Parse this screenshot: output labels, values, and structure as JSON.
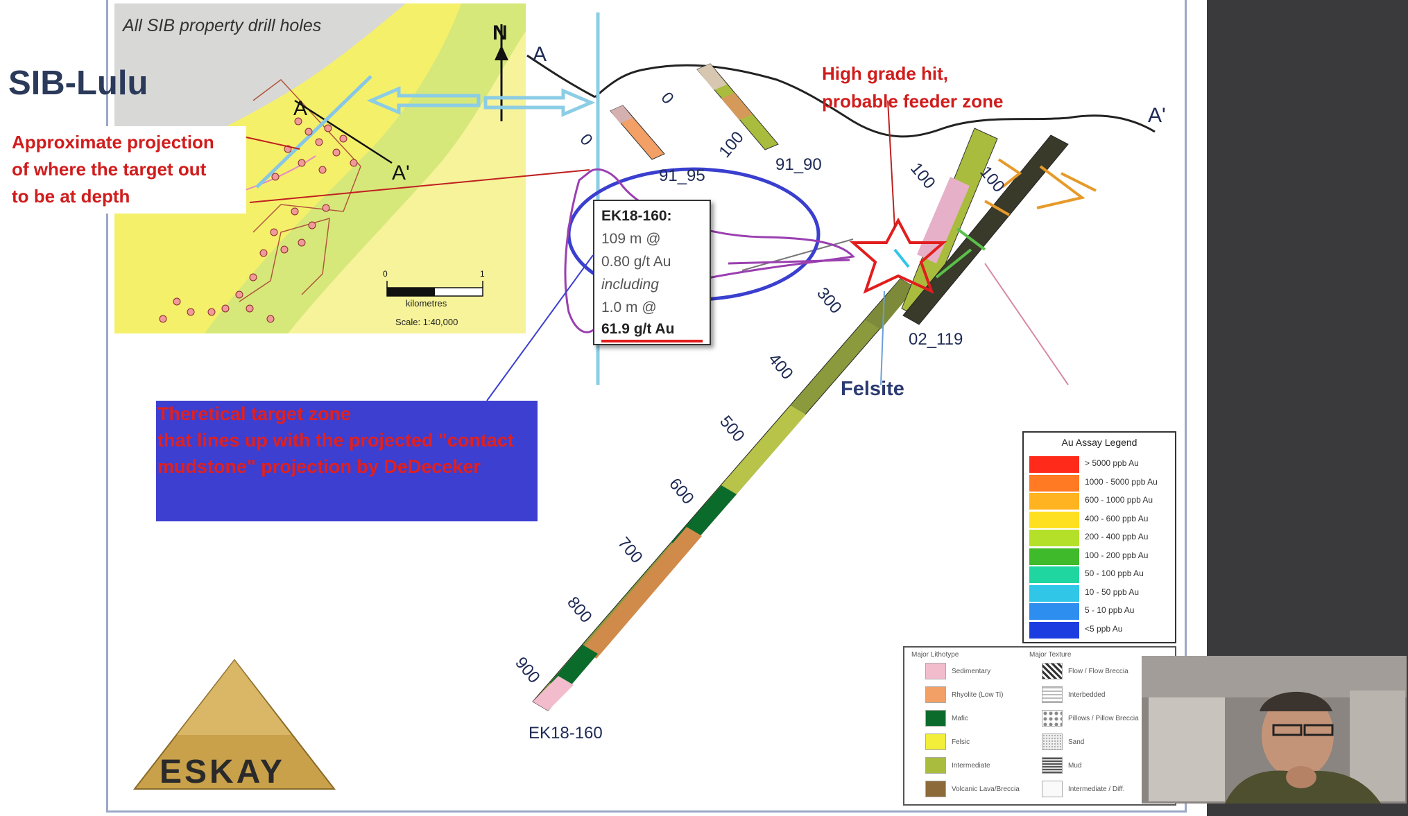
{
  "slide": {
    "title": "SIB-Lulu",
    "logo_text": "ESKAY"
  },
  "inset_map": {
    "caption": "All SIB property drill holes",
    "north": "N",
    "section_start": "A",
    "section_end": "A'",
    "scale_zero": "0",
    "scale_one": "1",
    "scale_units": "kilometres",
    "scale_text": "Scale: 1:40,000"
  },
  "section": {
    "start_label": "A",
    "end_label": "A'",
    "holes": [
      "91_95",
      "91_90",
      "02_119",
      "EK18-160"
    ],
    "depth_labels_main": [
      "300",
      "400",
      "500",
      "600",
      "700",
      "800",
      "900"
    ],
    "depth_labels_short": [
      "0",
      "0",
      "100",
      "100",
      "100"
    ],
    "felsite_label": "Felsite"
  },
  "intercept": {
    "hole": "EK18-160:",
    "line1": "109 m @",
    "line2": "0.80 g/t Au",
    "line3": "including",
    "line4": "1.0 m @",
    "line5": "61.9 g/t Au"
  },
  "annotations": {
    "projection_note": [
      "Approximate projection",
      "of where the target out",
      "to be at depth"
    ],
    "high_grade_note": [
      "High grade hit,",
      "probable feeder zone"
    ],
    "target_zone_note": [
      "Theretical target zone",
      "that lines up with the projected \"contact",
      "mudstone\" projection by DeDeceker"
    ]
  },
  "au_legend": {
    "title": "Au Assay Legend",
    "items": [
      {
        "label": "> 5000 ppb Au",
        "color": "#ff2a1a"
      },
      {
        "label": "1000 - 5000 ppb Au",
        "color": "#ff7a22"
      },
      {
        "label": "600 - 1000 ppb Au",
        "color": "#ffb320"
      },
      {
        "label": "400 - 600 ppb Au",
        "color": "#ffe020"
      },
      {
        "label": "200 - 400 ppb Au",
        "color": "#b4e02a"
      },
      {
        "label": "100 - 200 ppb Au",
        "color": "#3fba2a"
      },
      {
        "label": "50 - 100 ppb Au",
        "color": "#1fd6a0"
      },
      {
        "label": "10 - 50 ppb Au",
        "color": "#2fc6e8"
      },
      {
        "label": "5 - 10 ppb Au",
        "color": "#2d8ef0"
      },
      {
        "label": "<5 ppb Au",
        "color": "#1c3ee0"
      }
    ]
  },
  "litho_legend": {
    "lithology_title": "Major Lithotype",
    "texture_title": "Major Texture",
    "lithotypes": [
      {
        "label": "Sedimentary",
        "color": "#f2bccd"
      },
      {
        "label": "Rhyolite (Low Ti)",
        "color": "#f2a066"
      },
      {
        "label": "Mafic",
        "color": "#0b6b2a"
      },
      {
        "label": "Felsic",
        "color": "#f2ee3a"
      },
      {
        "label": "Intermediate",
        "color": "#a9bc3d"
      },
      {
        "label": "Volcanic Lava/Breccia",
        "color": "#8c6a3a"
      }
    ],
    "textures": [
      {
        "label": "Flow / Flow Breccia",
        "icon": "hatch-icon"
      },
      {
        "label": "Interbedded",
        "icon": "interbedded-icon"
      },
      {
        "label": "Pillows / Pillow Breccia",
        "icon": "pillow-icon"
      },
      {
        "label": "Sand",
        "icon": "sand-icon"
      },
      {
        "label": "Mud",
        "icon": "mud-icon"
      },
      {
        "label": "Intermediate / Diff.",
        "icon": "blank-icon"
      }
    ]
  }
}
